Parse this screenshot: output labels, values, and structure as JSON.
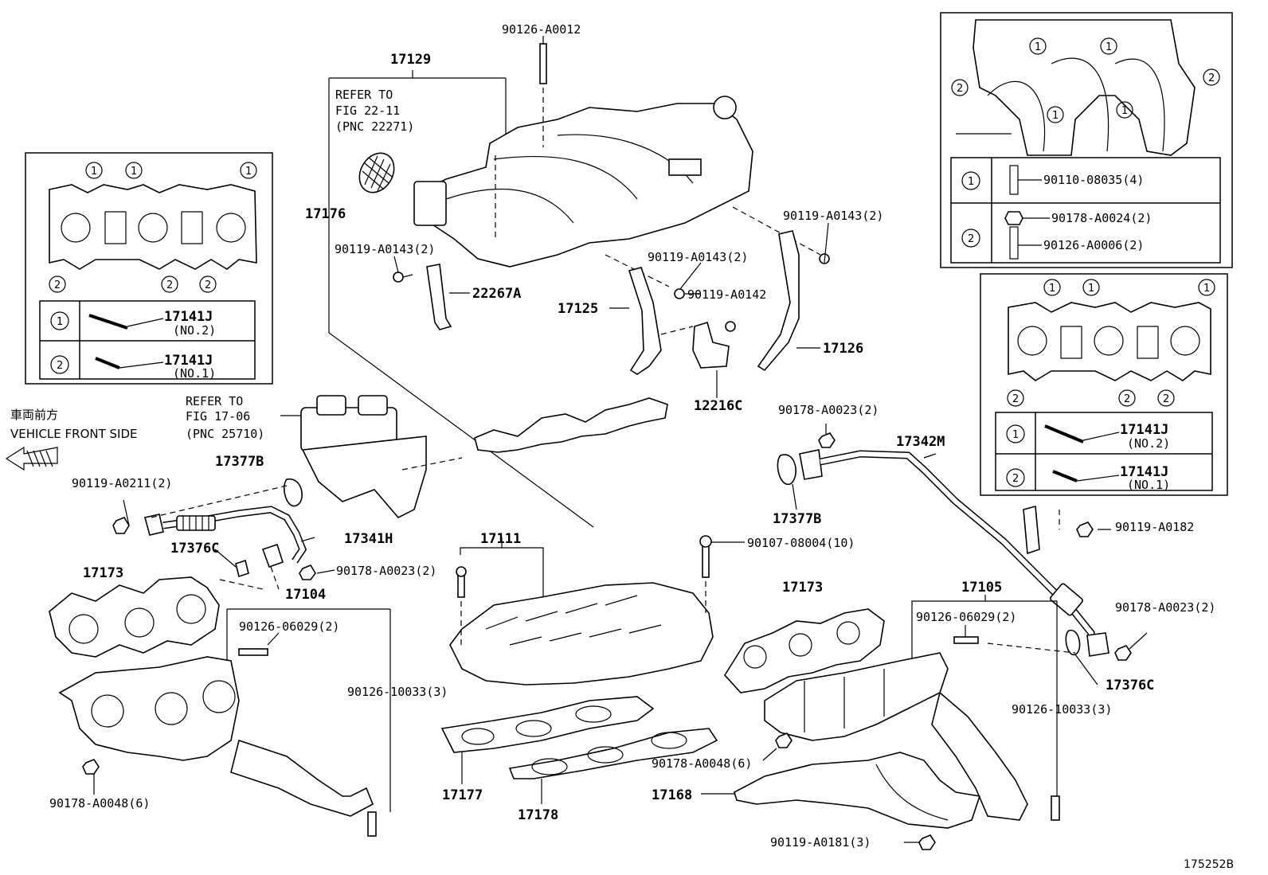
{
  "figure_code": "175252B",
  "front_direction": {
    "label_jp": "車両前方",
    "label_en": "VEHICLE FRONT SIDE"
  },
  "refs": {
    "ref_22_11": {
      "line1": "REFER TO",
      "line2": "FIG 22-11",
      "line3": "(PNC 22271)"
    },
    "ref_17_06": {
      "line1": "REFER TO",
      "line2": "FIG 17-06",
      "line3": "(PNC 25710)"
    }
  },
  "inset_left": {
    "markers": [
      "1",
      "2"
    ],
    "rows": [
      {
        "marker": "1",
        "part": "17141J",
        "note": "(NO.2)"
      },
      {
        "marker": "2",
        "part": "17141J",
        "note": "(NO.1)"
      }
    ]
  },
  "inset_top_right": {
    "rows": [
      {
        "marker": "1",
        "part": "90110-08035(4)"
      },
      {
        "marker": "2",
        "part_a": "90178-A0024(2)",
        "part_b": "90126-A0006(2)"
      }
    ]
  },
  "inset_mid_right": {
    "rows": [
      {
        "marker": "1",
        "part": "17141J",
        "note": "(NO.2)"
      },
      {
        "marker": "2",
        "part": "17141J",
        "note": "(NO.1)"
      }
    ]
  },
  "labels": {
    "p17129": "17129",
    "p90126_a0012": "90126-A0012",
    "p17176": "17176",
    "p90119_a0143_a": "90119-A0143(2)",
    "p22267a": "22267A",
    "p90119_a0143_b": "90119-A0143(2)",
    "p90119_a0142": "90119-A0142",
    "p90119_a0143_c": "90119-A0143(2)",
    "p17125": "17125",
    "p17126": "17126",
    "p12216c": "12216C",
    "p17377b_a": "17377B",
    "p90119_a0211": "90119-A0211(2)",
    "p17341h": "17341H",
    "p17376c_a": "17376C",
    "p90178_a0023_a": "90178-A0023(2)",
    "p17104": "17104",
    "p17173_a": "17173",
    "p90126_06029_a": "90126-06029(2)",
    "p90126_10033_a": "90126-10033(3)",
    "p90178_a0048_a": "90178-A0048(6)",
    "p17111": "17111",
    "p90107_08004": "90107-08004(10)",
    "p17177": "17177",
    "p17178": "17178",
    "p90178_a0023_b": "90178-A0023(2)",
    "p17342m": "17342M",
    "p17377b_b": "17377B",
    "p90119_a0182": "90119-A0182",
    "p17173_b": "17173",
    "p17105": "17105",
    "p90126_06029_b": "90126-06029(2)",
    "p90178_a0023_c": "90178-A0023(2)",
    "p17376c_b": "17376C",
    "p90126_10033_b": "90126-10033(3)",
    "p90178_a0048_b": "90178-A0048(6)",
    "p17168": "17168",
    "p90119_a0181": "90119-A0181(3)"
  }
}
